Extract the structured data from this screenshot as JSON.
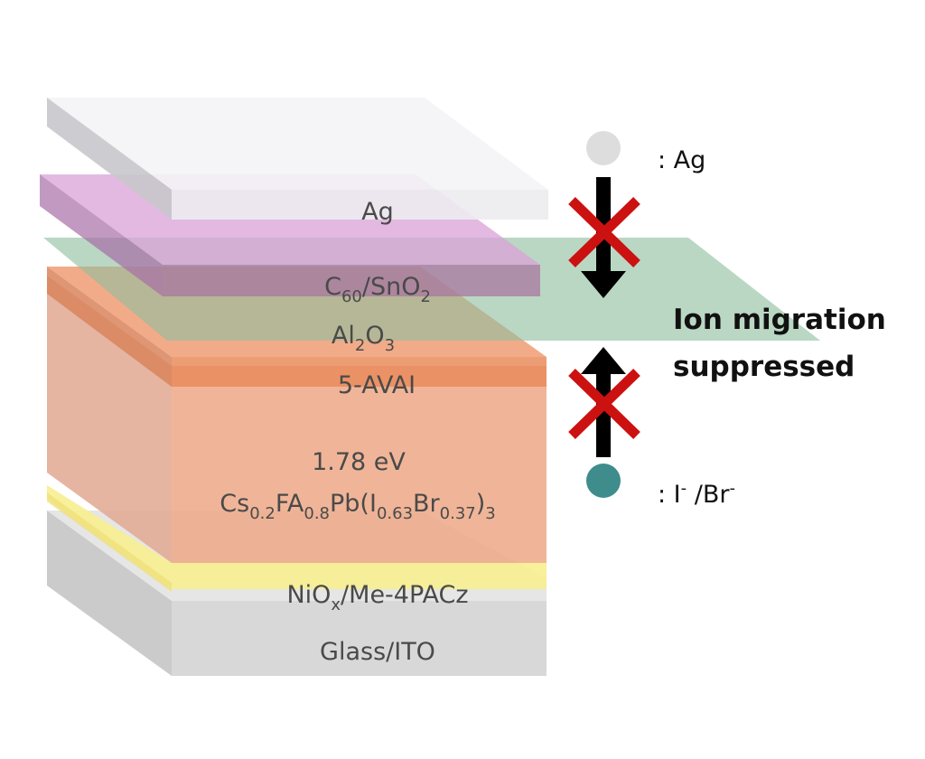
{
  "diagram": {
    "title": "Perovskite solar cell layer stack with ion migration suppression",
    "layers": [
      {
        "id": "ag",
        "label": "Ag",
        "color": "#e9e9ee"
      },
      {
        "id": "c60-sno2",
        "label_main": "C",
        "label_sub1": "60",
        "label_mid": "/SnO",
        "label_sub2": "2",
        "color": "#c98ccb"
      },
      {
        "id": "al2o3",
        "label_main": "Al",
        "label_sub1": "2",
        "label_mid": "O",
        "label_sub2": "3",
        "color": "#8fbf9f"
      },
      {
        "id": "5-avai",
        "label": "5-AVAI",
        "color": "#e98a5c"
      },
      {
        "id": "perovskite",
        "label_bandgap": "1.78 eV",
        "formula": [
          {
            "t": "Cs",
            "sub": false
          },
          {
            "t": "0.2",
            "sub": true
          },
          {
            "t": "FA",
            "sub": false
          },
          {
            "t": "0.8",
            "sub": true
          },
          {
            "t": "Pb(I",
            "sub": false
          },
          {
            "t": "0.63",
            "sub": true
          },
          {
            "t": "Br",
            "sub": false
          },
          {
            "t": "0.37",
            "sub": true
          },
          {
            "t": ")",
            "sub": false
          },
          {
            "t": "3",
            "sub": true
          }
        ],
        "color": "#eda686"
      },
      {
        "id": "nio-me4pacz",
        "label_main": "NiO",
        "label_sub1": "x",
        "label_mid": "/Me-4PACz",
        "color": "#f7ec8c"
      },
      {
        "id": "glass-ito",
        "label": "Glass/ITO",
        "color": "#d6d6d6"
      }
    ],
    "legend": {
      "ag_symbol_label": ": Ag",
      "ag_color": "#dddddd",
      "ion_symbol_label_parts": [
        ": I",
        "-",
        " /Br",
        "-"
      ],
      "ion_color": "#3f8c8c"
    },
    "callout": {
      "line1": "Ion migration",
      "line2": "suppressed"
    },
    "blocked_marker_color": "#cc1111",
    "arrow_color": "#000000"
  }
}
